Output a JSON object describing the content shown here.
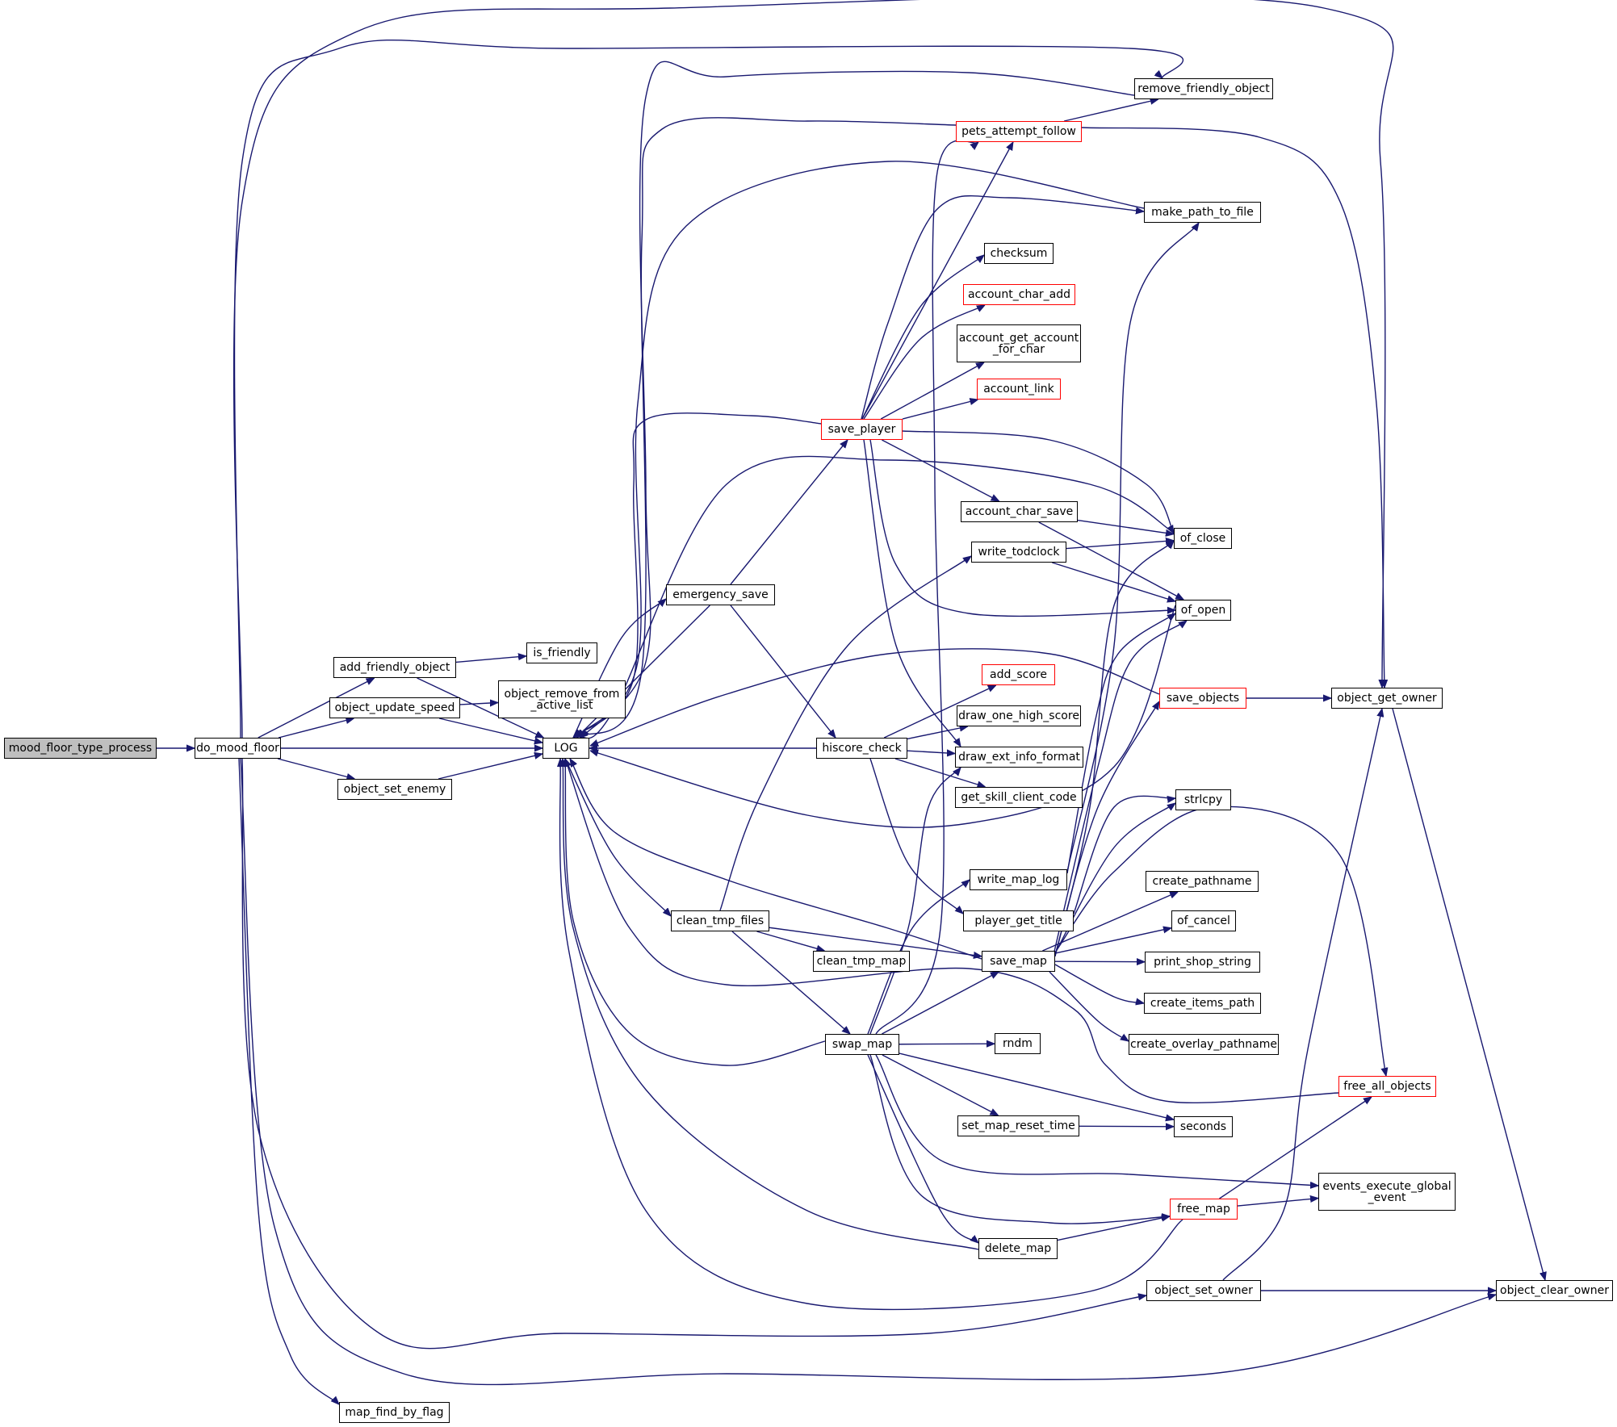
{
  "colors": {
    "edge": "#191970",
    "node_border": "#000000",
    "truncated_border": "#ff0000",
    "root_fill": "#bfbfbf"
  },
  "nodes": [
    {
      "id": "mood_floor_type_process",
      "label": "mood_floor_type_process",
      "root": true
    },
    {
      "id": "do_mood_floor",
      "label": "do_mood_floor"
    },
    {
      "id": "add_friendly_object",
      "label": "add_friendly_object"
    },
    {
      "id": "object_update_speed",
      "label": "object_update_speed"
    },
    {
      "id": "object_set_enemy",
      "label": "object_set_enemy"
    },
    {
      "id": "map_find_by_flag",
      "label": "map_find_by_flag"
    },
    {
      "id": "LOG",
      "label": "LOG"
    },
    {
      "id": "is_friendly",
      "label": "is_friendly"
    },
    {
      "id": "object_remove_from_active_list",
      "label": "object_remove_from\n_active_list"
    },
    {
      "id": "emergency_save",
      "label": "emergency_save"
    },
    {
      "id": "clean_tmp_files",
      "label": "clean_tmp_files"
    },
    {
      "id": "clean_tmp_map",
      "label": "clean_tmp_map"
    },
    {
      "id": "swap_map",
      "label": "swap_map"
    },
    {
      "id": "save_player",
      "label": "save_player",
      "truncated": true
    },
    {
      "id": "hiscore_check",
      "label": "hiscore_check"
    },
    {
      "id": "pets_attempt_follow",
      "label": "pets_attempt_follow",
      "truncated": true
    },
    {
      "id": "checksum",
      "label": "checksum"
    },
    {
      "id": "account_char_add",
      "label": "account_char_add",
      "truncated": true
    },
    {
      "id": "account_get_account_for_char",
      "label": "account_get_account\n_for_char"
    },
    {
      "id": "account_link",
      "label": "account_link",
      "truncated": true
    },
    {
      "id": "account_char_save",
      "label": "account_char_save"
    },
    {
      "id": "write_todclock",
      "label": "write_todclock"
    },
    {
      "id": "add_score",
      "label": "add_score",
      "truncated": true
    },
    {
      "id": "draw_one_high_score",
      "label": "draw_one_high_score"
    },
    {
      "id": "draw_ext_info_format",
      "label": "draw_ext_info_format"
    },
    {
      "id": "get_skill_client_code",
      "label": "get_skill_client_code"
    },
    {
      "id": "write_map_log",
      "label": "write_map_log"
    },
    {
      "id": "player_get_title",
      "label": "player_get_title"
    },
    {
      "id": "save_map",
      "label": "save_map"
    },
    {
      "id": "rndm",
      "label": "rndm"
    },
    {
      "id": "set_map_reset_time",
      "label": "set_map_reset_time"
    },
    {
      "id": "delete_map",
      "label": "delete_map"
    },
    {
      "id": "remove_friendly_object",
      "label": "remove_friendly_object"
    },
    {
      "id": "make_path_to_file",
      "label": "make_path_to_file"
    },
    {
      "id": "of_close",
      "label": "of_close"
    },
    {
      "id": "of_open",
      "label": "of_open"
    },
    {
      "id": "save_objects",
      "label": "save_objects",
      "truncated": true
    },
    {
      "id": "strlcpy",
      "label": "strlcpy"
    },
    {
      "id": "create_pathname",
      "label": "create_pathname"
    },
    {
      "id": "of_cancel",
      "label": "of_cancel"
    },
    {
      "id": "print_shop_string",
      "label": "print_shop_string"
    },
    {
      "id": "create_items_path",
      "label": "create_items_path"
    },
    {
      "id": "create_overlay_pathname",
      "label": "create_overlay_pathname"
    },
    {
      "id": "seconds",
      "label": "seconds"
    },
    {
      "id": "free_map",
      "label": "free_map",
      "truncated": true
    },
    {
      "id": "object_set_owner",
      "label": "object_set_owner"
    },
    {
      "id": "object_get_owner",
      "label": "object_get_owner"
    },
    {
      "id": "free_all_objects",
      "label": "free_all_objects",
      "truncated": true
    },
    {
      "id": "events_execute_global_event",
      "label": "events_execute_global\n_event"
    },
    {
      "id": "object_clear_owner",
      "label": "object_clear_owner"
    }
  ],
  "edges": [
    [
      "mood_floor_type_process",
      "do_mood_floor"
    ],
    [
      "do_mood_floor",
      "add_friendly_object"
    ],
    [
      "do_mood_floor",
      "object_update_speed"
    ],
    [
      "do_mood_floor",
      "LOG"
    ],
    [
      "do_mood_floor",
      "object_set_enemy"
    ],
    [
      "do_mood_floor",
      "map_find_by_flag"
    ],
    [
      "do_mood_floor",
      "object_get_owner"
    ],
    [
      "do_mood_floor",
      "remove_friendly_object"
    ],
    [
      "do_mood_floor",
      "object_set_owner"
    ],
    [
      "do_mood_floor",
      "object_clear_owner"
    ],
    [
      "add_friendly_object",
      "is_friendly"
    ],
    [
      "add_friendly_object",
      "LOG"
    ],
    [
      "object_update_speed",
      "object_remove_from_active_list"
    ],
    [
      "object_update_speed",
      "LOG"
    ],
    [
      "object_set_enemy",
      "LOG"
    ],
    [
      "LOG",
      "emergency_save"
    ],
    [
      "LOG",
      "clean_tmp_files"
    ],
    [
      "emergency_save",
      "save_player"
    ],
    [
      "emergency_save",
      "hiscore_check"
    ],
    [
      "emergency_save",
      "LOG"
    ],
    [
      "save_player",
      "pets_attempt_follow"
    ],
    [
      "save_player",
      "make_path_to_file"
    ],
    [
      "save_player",
      "checksum"
    ],
    [
      "save_player",
      "account_char_add"
    ],
    [
      "save_player",
      "account_get_account_for_char"
    ],
    [
      "save_player",
      "account_link"
    ],
    [
      "save_player",
      "account_char_save"
    ],
    [
      "save_player",
      "of_close"
    ],
    [
      "save_player",
      "of_open"
    ],
    [
      "save_player",
      "draw_ext_info_format"
    ],
    [
      "save_player",
      "LOG"
    ],
    [
      "pets_attempt_follow",
      "remove_friendly_object"
    ],
    [
      "pets_attempt_follow",
      "object_get_owner"
    ],
    [
      "pets_attempt_follow",
      "LOG"
    ],
    [
      "remove_friendly_object",
      "LOG"
    ],
    [
      "make_path_to_file",
      "LOG"
    ],
    [
      "account_char_save",
      "of_close"
    ],
    [
      "account_char_save",
      "of_open"
    ],
    [
      "write_todclock",
      "of_close"
    ],
    [
      "write_todclock",
      "of_open"
    ],
    [
      "hiscore_check",
      "LOG"
    ],
    [
      "hiscore_check",
      "add_score"
    ],
    [
      "hiscore_check",
      "draw_one_high_score"
    ],
    [
      "hiscore_check",
      "draw_ext_info_format"
    ],
    [
      "hiscore_check",
      "get_skill_client_code"
    ],
    [
      "hiscore_check",
      "player_get_title"
    ],
    [
      "of_close",
      "LOG"
    ],
    [
      "of_open",
      "LOG"
    ],
    [
      "save_objects",
      "LOG"
    ],
    [
      "save_objects",
      "object_get_owner"
    ],
    [
      "object_get_owner",
      "object_clear_owner"
    ],
    [
      "object_set_owner",
      "object_get_owner"
    ],
    [
      "object_set_owner",
      "object_clear_owner"
    ],
    [
      "clean_tmp_files",
      "write_todclock"
    ],
    [
      "clean_tmp_files",
      "clean_tmp_map"
    ],
    [
      "clean_tmp_files",
      "save_map"
    ],
    [
      "clean_tmp_files",
      "swap_map"
    ],
    [
      "swap_map",
      "LOG"
    ],
    [
      "swap_map",
      "pets_attempt_follow"
    ],
    [
      "swap_map",
      "draw_ext_info_format"
    ],
    [
      "swap_map",
      "write_map_log"
    ],
    [
      "swap_map",
      "save_map"
    ],
    [
      "swap_map",
      "rndm"
    ],
    [
      "swap_map",
      "set_map_reset_time"
    ],
    [
      "swap_map",
      "seconds"
    ],
    [
      "swap_map",
      "events_execute_global_event"
    ],
    [
      "swap_map",
      "free_map"
    ],
    [
      "swap_map",
      "delete_map"
    ],
    [
      "write_map_log",
      "of_open"
    ],
    [
      "write_map_log",
      "make_path_to_file"
    ],
    [
      "player_get_title",
      "strlcpy"
    ],
    [
      "save_map",
      "LOG"
    ],
    [
      "save_map",
      "of_close"
    ],
    [
      "save_map",
      "of_open"
    ],
    [
      "save_map",
      "save_objects"
    ],
    [
      "save_map",
      "strlcpy"
    ],
    [
      "save_map",
      "create_pathname"
    ],
    [
      "save_map",
      "of_cancel"
    ],
    [
      "save_map",
      "print_shop_string"
    ],
    [
      "save_map",
      "create_items_path"
    ],
    [
      "save_map",
      "create_overlay_pathname"
    ],
    [
      "save_map",
      "free_all_objects"
    ],
    [
      "set_map_reset_time",
      "seconds"
    ],
    [
      "delete_map",
      "free_map"
    ],
    [
      "delete_map",
      "LOG"
    ],
    [
      "free_map",
      "free_all_objects"
    ],
    [
      "free_map",
      "events_execute_global_event"
    ],
    [
      "free_map",
      "LOG"
    ],
    [
      "free_all_objects",
      "LOG"
    ]
  ]
}
